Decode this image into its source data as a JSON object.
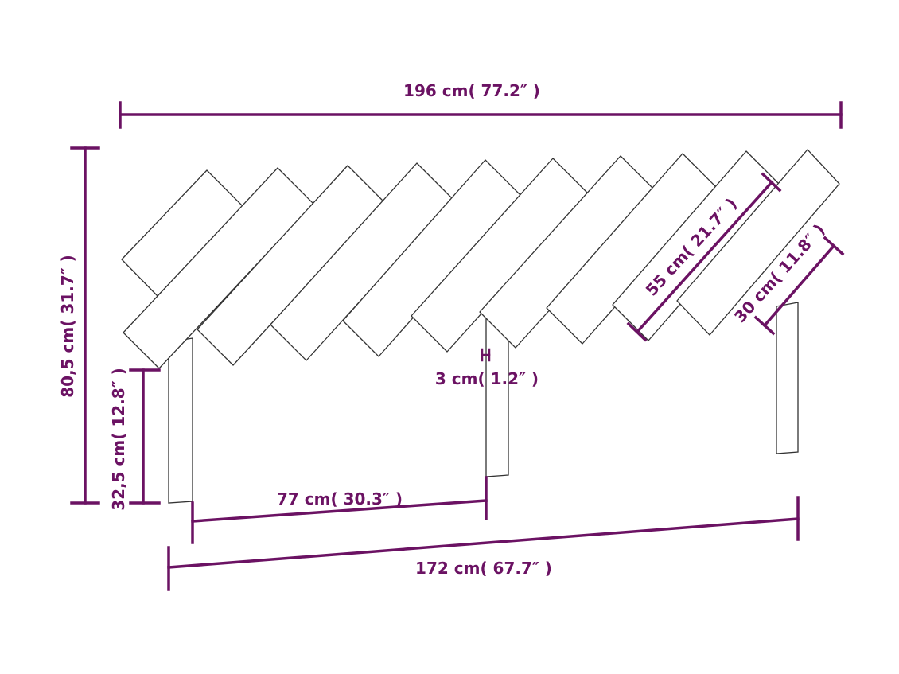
{
  "colors": {
    "dimension": "#6b1263",
    "outline": "#333333",
    "background": "#ffffff"
  },
  "dimensions": {
    "overall_width": "196 cm( 77.2″ )",
    "overall_height": "80,5 cm( 31.7″ )",
    "leg_height": "32,5 cm( 12.8″ )",
    "leg_spacing": "77 cm( 30.3″ )",
    "leg_span": "172 cm( 67.7″ )",
    "plank_length": "55 cm( 21.7″ )",
    "short_plank_length": "30 cm( 11.8″ )",
    "thickness": "3 cm( 1.2″ )"
  }
}
